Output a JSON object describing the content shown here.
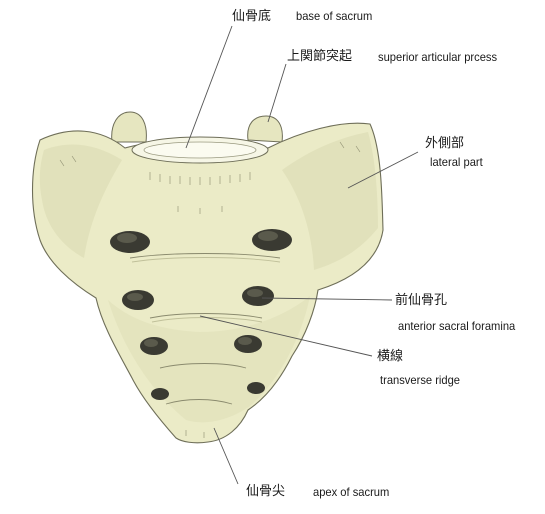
{
  "colors": {
    "bone_fill": "#ebebc7",
    "bone_shadow": "#bdbd95",
    "bone_outline": "#6e6e58",
    "foramen_dark": "#3a3a32",
    "leader_line": "#555555"
  },
  "labels": {
    "base": {
      "ja": "仙骨底",
      "en": "base  of sacrum"
    },
    "superior_articular": {
      "ja": "上関節突起",
      "en": "superior articular prcess"
    },
    "lateral_part": {
      "ja": "外側部",
      "en": "lateral part"
    },
    "anterior_foramina": {
      "ja": "前仙骨孔",
      "en": "anterior sacral  foramina"
    },
    "transverse_ridge": {
      "ja": "横線",
      "en": "transverse ridge"
    },
    "apex": {
      "ja": "仙骨尖",
      "en": "apex of sacrum"
    }
  }
}
